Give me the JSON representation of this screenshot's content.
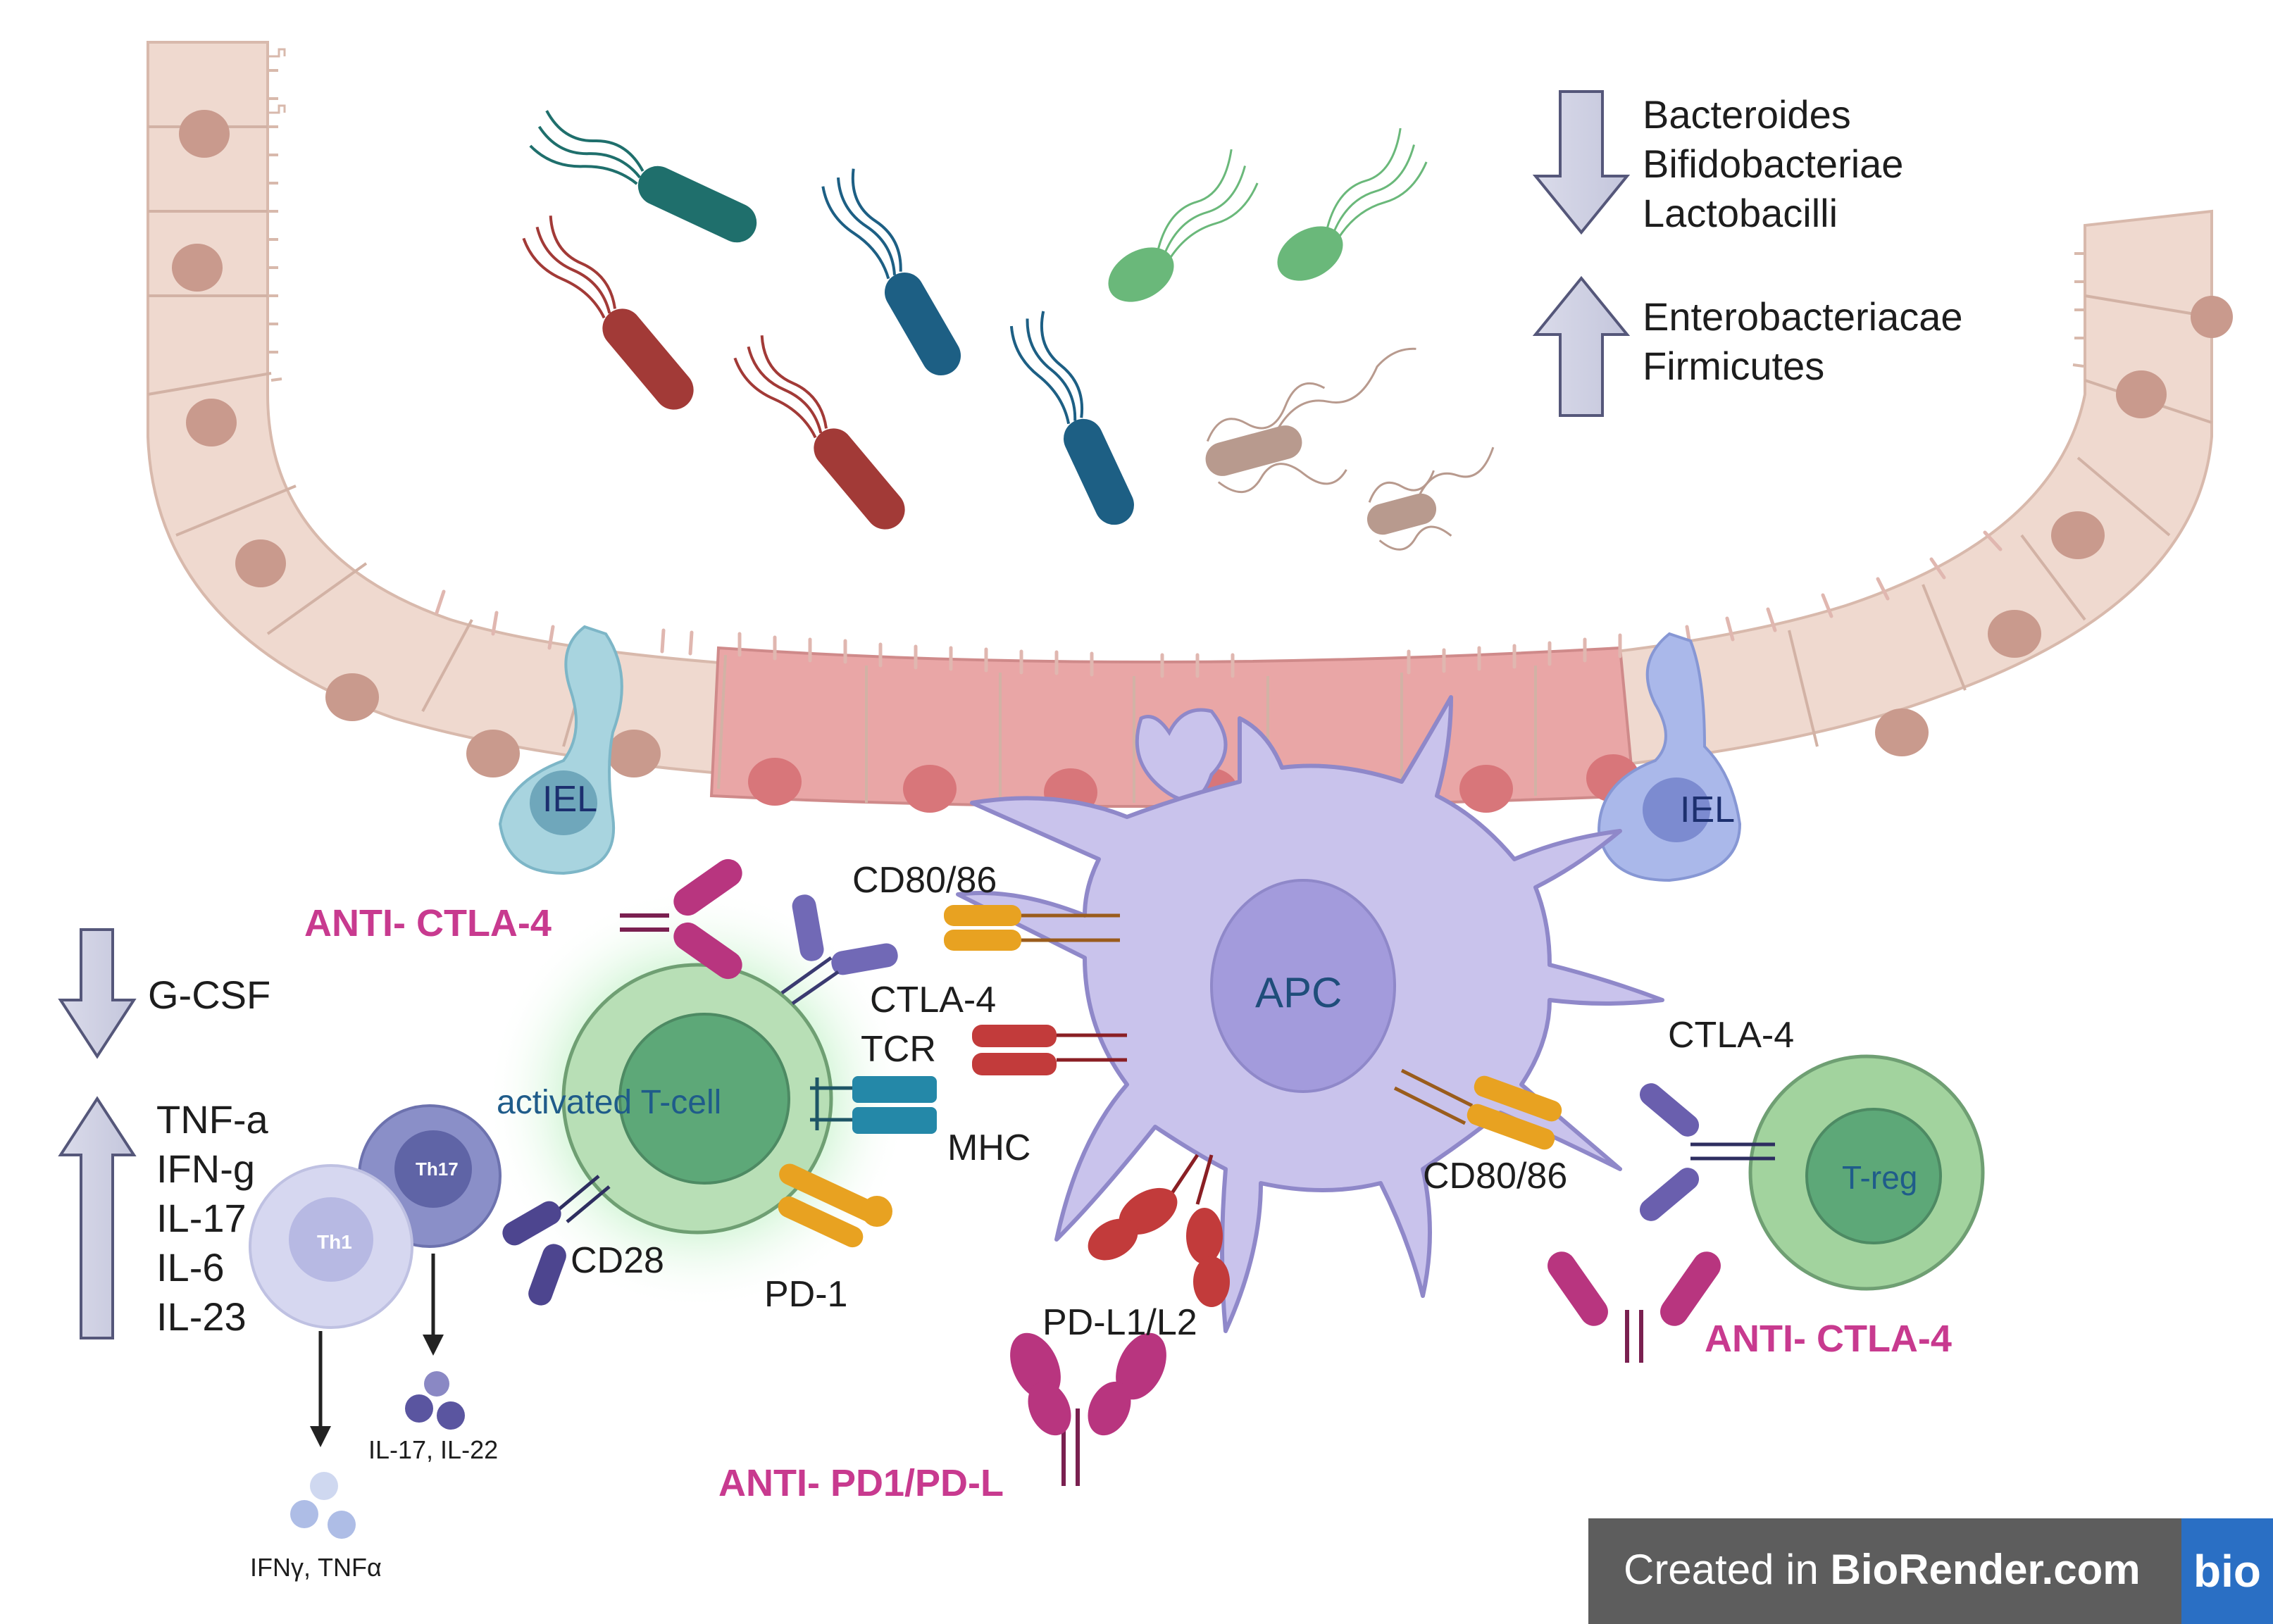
{
  "taxa": {
    "decreased": [
      "Bacteroides",
      "Bifidobacteriae",
      "Lactobacilli"
    ],
    "increased": [
      "Enterobacteriacae",
      "Firmicutes"
    ]
  },
  "cytokines": {
    "decreased": [
      "G-CSF"
    ],
    "increased": [
      "TNF-a",
      "IFN-g",
      "IL-17",
      "IL-6",
      "IL-23"
    ]
  },
  "cells": {
    "iel_left": "IEL",
    "iel_right": "IEL",
    "apc": "APC",
    "t_cell": "activated T-cell",
    "treg": "T-reg",
    "th17": "Th17",
    "th1": "Th1"
  },
  "molecules": {
    "cd80_top": "CD80/86",
    "ctla4_tcell": "CTLA-4",
    "tcr": "TCR",
    "mhc": "MHC",
    "cd28": "CD28",
    "pd1": "PD-1",
    "pdl": "PD-L1/L2",
    "ctla4_treg": "CTLA-4",
    "cd80_treg": "CD80/86"
  },
  "secreted": {
    "th17": "IL-17, IL-22",
    "th1": "IFNγ, TNFα"
  },
  "drugs": {
    "ctla4_left": "ANTI- CTLA-4",
    "pd1": "ANTI- PD1/PD-L",
    "ctla4_right": "ANTI- CTLA-4"
  },
  "watermark": {
    "prefix": "Created in ",
    "brand": "BioRender.com",
    "logo": "bio"
  },
  "colors": {
    "epithelium": "#efd9cf",
    "inflamed_epithelium": "#e9a6a6",
    "apc": "#c9c3ec",
    "t_cell": "#8fcf9a",
    "antibody": "#b8357f",
    "drug_text": "#c83a8f"
  }
}
